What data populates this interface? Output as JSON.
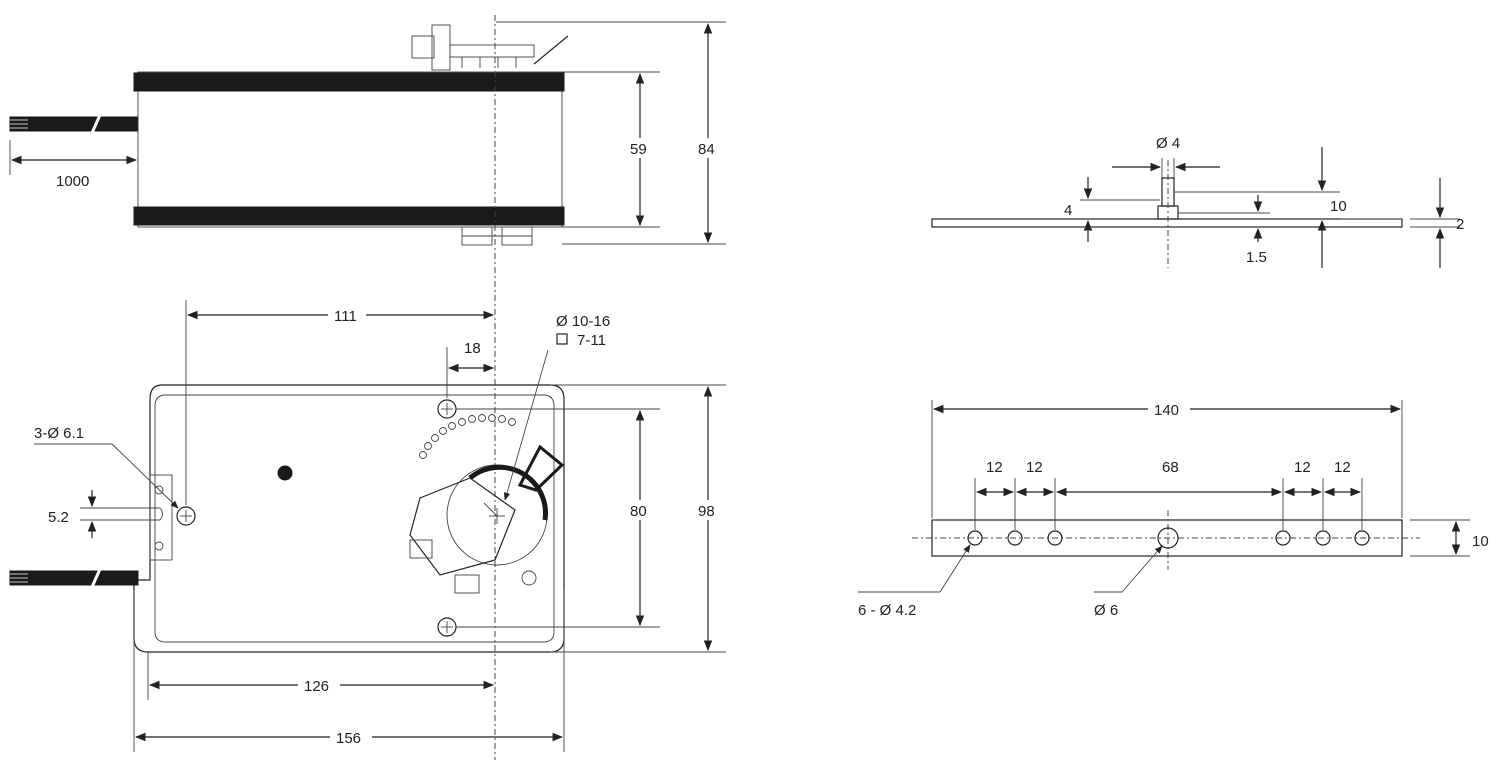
{
  "diagram": {
    "labels": {
      "cable_length": "1000",
      "body_height": "59",
      "total_height": "84",
      "shaft_to_hole": "111",
      "shaft_range": "Ø 10-16",
      "shaft_square": "7-11",
      "offset_18": "18",
      "mount_holes": "3-Ø 6.1",
      "slot_width": "5.2",
      "hole_spacing_80": "80",
      "body_width_98": "98",
      "shaft_to_edge_126": "126",
      "total_length_156": "156",
      "pin_diameter": "Ø 4",
      "pin_height": "10",
      "plate_thickness": "2",
      "pin_base": "4",
      "pin_offset": "1.5",
      "bracket_length": "140",
      "spacing_left_1": "12",
      "spacing_left_2": "12",
      "spacing_center": "68",
      "spacing_right_1": "12",
      "spacing_right_2": "12",
      "bracket_height": "10",
      "bracket_holes": "6 - Ø 4.2",
      "bracket_center_hole": "Ø 6"
    }
  }
}
